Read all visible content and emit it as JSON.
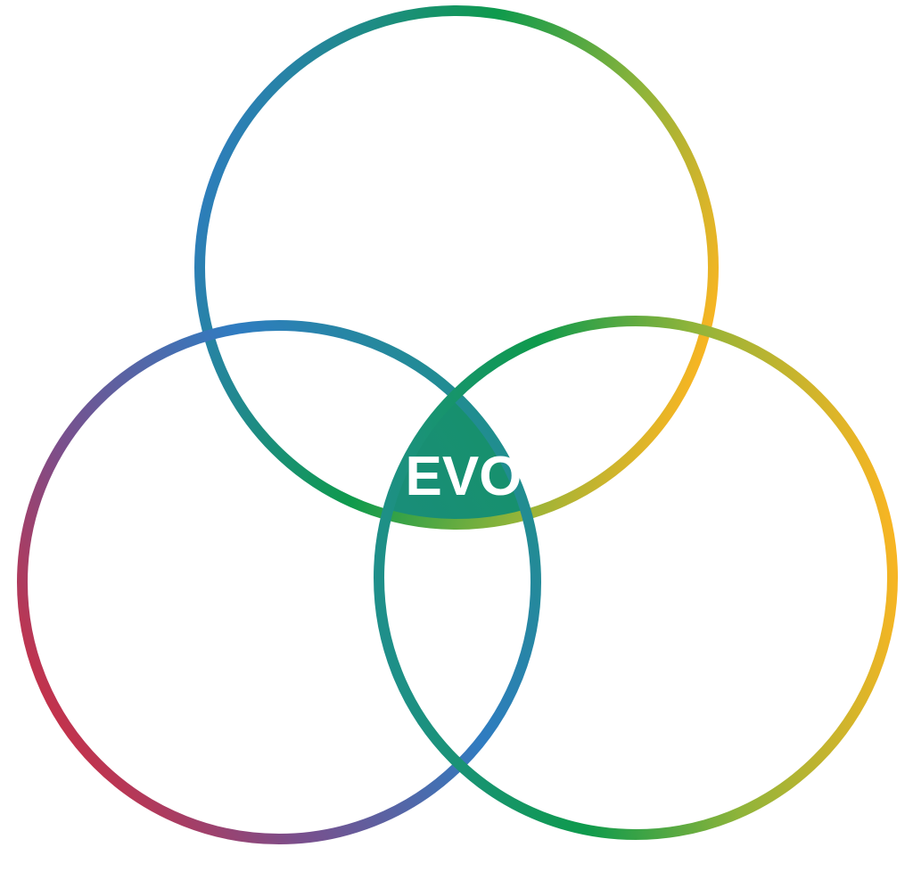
{
  "diagram": {
    "type": "venn",
    "circles": [
      {
        "id": "top"
      },
      {
        "id": "left"
      },
      {
        "id": "right"
      }
    ],
    "center_label": "EVO",
    "center_label_visible_text": "EVO",
    "colors": {
      "red": "#e3262f",
      "purple": "#7a4f8c",
      "blue": "#2f7cc1",
      "teal": "#1f8f8a",
      "green": "#0e9a4c",
      "olive": "#8fb43a",
      "yellow": "#f7b523",
      "center_fill_start": "#1c8a86",
      "center_fill_end": "#0f9a49",
      "center_text": "#ffffff"
    }
  }
}
